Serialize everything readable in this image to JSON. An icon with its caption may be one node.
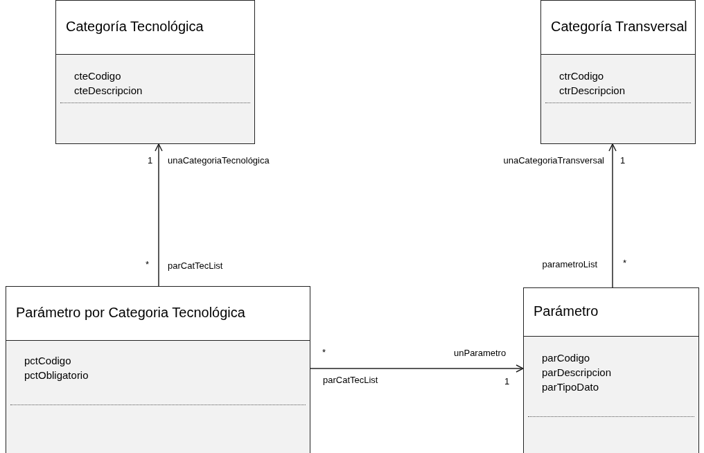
{
  "diagram": {
    "nodes": [
      {
        "text": [
          "Categoría Tecnológica",
          "cteCodigo",
          "cteDescripcion"
        ]
      },
      {
        "text": [
          "Categoría Transversal",
          "ctrCodigo",
          "ctrDescripcion"
        ]
      },
      {
        "text": [
          "Parámetro por Categoria Tecnológica",
          "pctCodigo",
          "pctObligatorio"
        ]
      },
      {
        "text": [
          "Parámetro",
          "parCodigo",
          "parDescripcion",
          "parTipoDato"
        ]
      }
    ],
    "edges": [
      {
        "from": 2,
        "to": 0,
        "arrow": "to"
      },
      {
        "from": 3,
        "to": 1,
        "arrow": "to"
      },
      {
        "from": 2,
        "to": 3,
        "arrow": "to"
      }
    ],
    "labels": [
      "1",
      "unaCategoriaTecnológica",
      "unaCategoriaTransversal",
      "1",
      "*",
      "parCatTecList",
      "parametroList",
      "*",
      "*",
      "unParametro",
      "parCatTecList",
      "1"
    ]
  }
}
